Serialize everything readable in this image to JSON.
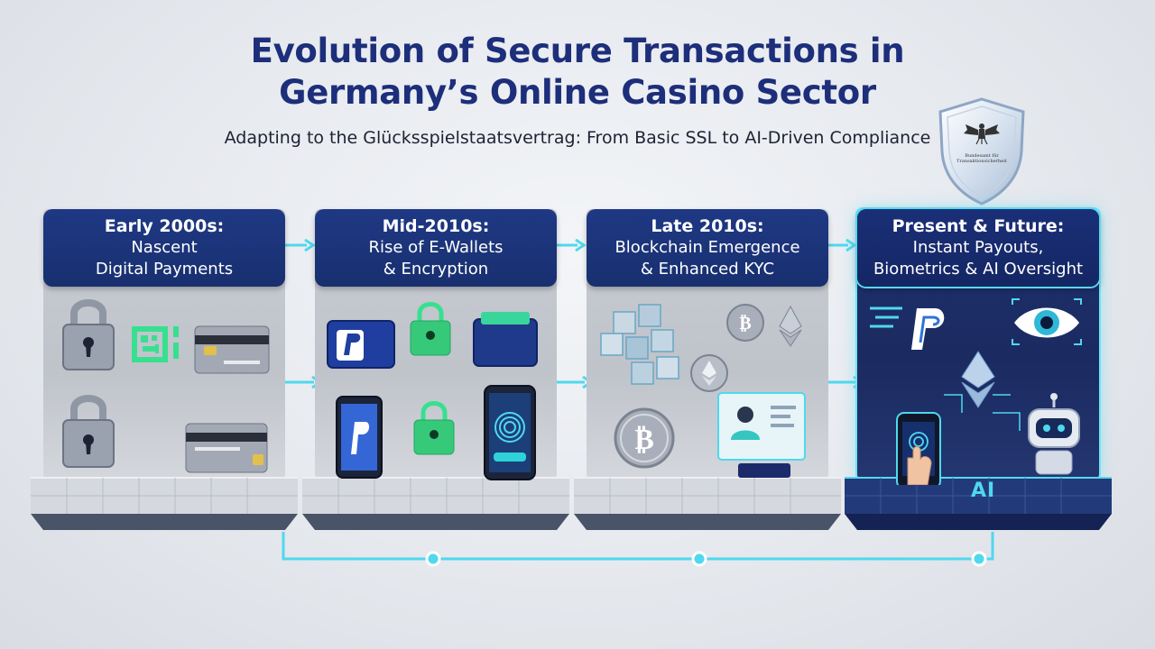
{
  "header": {
    "title_line1": "Evolution of Secure Transactions in",
    "title_line2": "Germany’s Online Casino Sector",
    "subtitle": "Adapting to the Glücksspielstaatsvertrag: From Basic SSL to AI-Driven Compliance"
  },
  "seal": {
    "icon": "eagle-shield-icon",
    "text_line1": "Bundesamt für",
    "text_line2": "Transaktionsicherheit"
  },
  "stages": [
    {
      "era": "Early 2000s:",
      "line1": "Nascent",
      "line2": "Digital Payments",
      "icons": [
        "padlock-icon",
        "qr-code-icon",
        "credit-card-icon"
      ]
    },
    {
      "era": "Mid-2010s:",
      "line1": "Rise of E-Wallets",
      "line2": "& Encryption",
      "icons": [
        "e-wallet-icon",
        "padlock-icon",
        "smartphone-icon",
        "fingerprint-icon"
      ]
    },
    {
      "era": "Late 2010s:",
      "line1": "Blockchain Emergence",
      "line2": "& Enhanced KYC",
      "icons": [
        "blockchain-cubes-icon",
        "bitcoin-icon",
        "ethereum-icon",
        "id-verification-icon"
      ]
    },
    {
      "era": "Present & Future:",
      "line1": "Instant Payouts,",
      "line2": "Biometrics & AI Oversight",
      "icons": [
        "eye-scan-icon",
        "fingerprint-phone-icon",
        "ethereum-icon",
        "robot-icon"
      ],
      "ai_label": "AI"
    }
  ],
  "colors": {
    "title": "#1d2e7a",
    "header_blue": "#18306f",
    "accent_cyan": "#4fd8ee",
    "panel_gray": "#c6c9d0",
    "dark_panel": "#1b2a60"
  }
}
